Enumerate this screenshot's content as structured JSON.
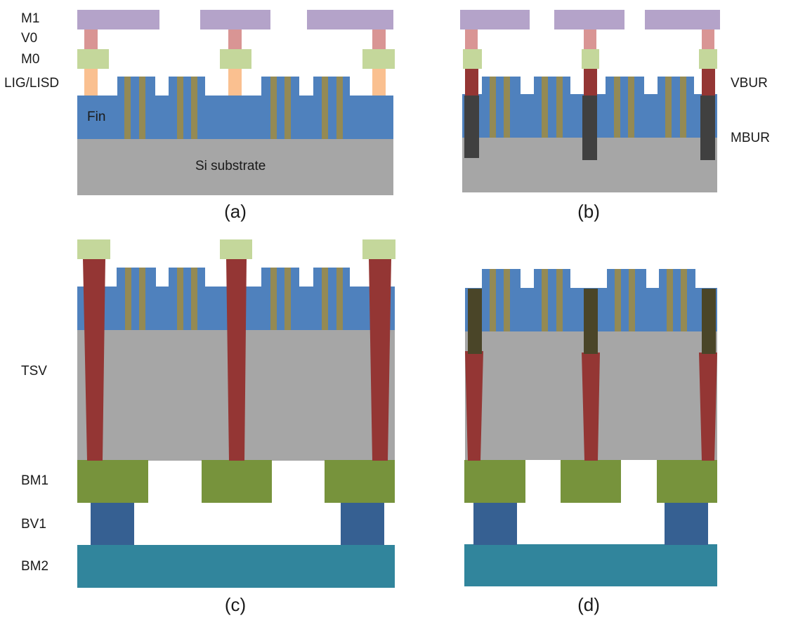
{
  "labels": {
    "m1": "M1",
    "v0": "V0",
    "m0": "M0",
    "lig_lisd": "LIG/LISD",
    "fin": "Fin",
    "si_substrate": "Si substrate",
    "vbur": "VBUR",
    "mbur": "MBUR",
    "tsv": "TSV",
    "bm1": "BM1",
    "bv1": "BV1",
    "bm2": "BM2"
  },
  "captions": {
    "a": "(a)",
    "b": "(b)",
    "c": "(c)",
    "d": "(d)"
  },
  "colors": {
    "m1": "#b4a3c9",
    "v0": "#d99594",
    "m0": "#c4d79b",
    "lig_lisd": "#fac090",
    "fin": "#4f81bd",
    "gate": "#948a54",
    "substrate": "#a6a6a6",
    "vbur": "#943634",
    "mbur": "#404040",
    "tsv": "#943634",
    "tsv_top_d": "#4a4528",
    "bm1": "#77933c",
    "bv1": "#366092",
    "bm2": "#31859c"
  }
}
